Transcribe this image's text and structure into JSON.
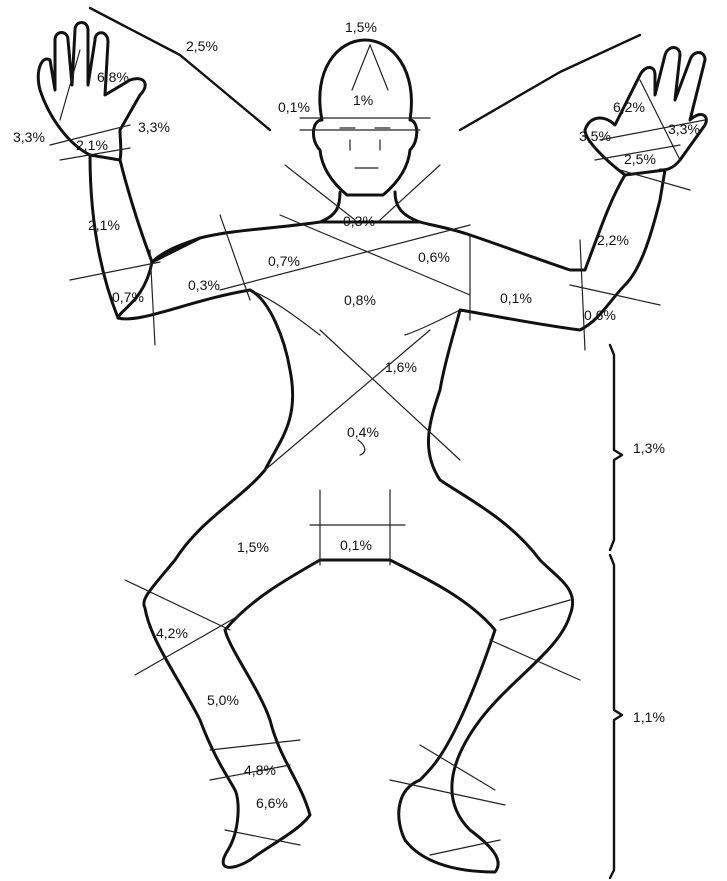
{
  "figure": {
    "labels": {
      "head_top": "1,5%",
      "head_inner": "1%",
      "ear": "0,1%",
      "head_bracket": "2,5%",
      "r_palm": "6,8%",
      "r_thumb_left": "3,3%",
      "r_thumb_right": "3,3%",
      "r_wrist": "2,1%",
      "r_forearm": "2,1%",
      "r_elbow": "0,7%",
      "r_upper_arm": "0,3%",
      "r_shoulder": "0,7%",
      "neck": "0,3%",
      "l_shoulder": "0,6%",
      "chest": "0,8%",
      "l_upper_arm": "0,1%",
      "l_elbow": "0,6%",
      "l_forearm": "2,2%",
      "l_wrist": "2,5%",
      "l_palm": "6,2%",
      "l_thumb_left": "3,5%",
      "l_thumb_right": "3,3%",
      "abdomen_upper": "1,6%",
      "abdomen": "0,4%",
      "trunk_bracket": "1,3%",
      "thigh": "1,5%",
      "crotch": "0,1%",
      "knee": "4,2%",
      "shin": "5,0%",
      "ankle": "4,8%",
      "foot": "6,6%",
      "leg_bracket": "1,1%"
    }
  }
}
